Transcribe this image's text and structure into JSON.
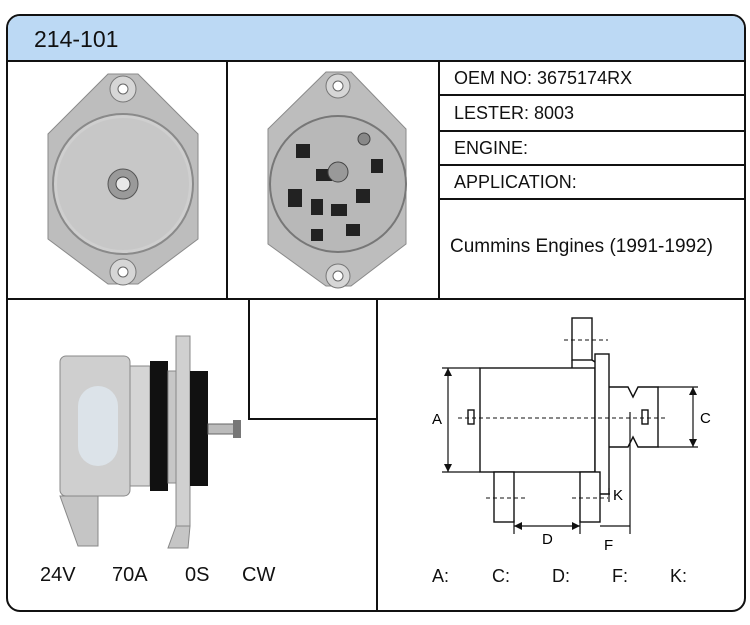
{
  "header": {
    "part_number": "214-101"
  },
  "info": {
    "oem": "OEM NO: 3675174RX",
    "lester": "LESTER: 8003",
    "engine": "ENGINE:",
    "application": "APPLICATION:",
    "application_value": "Cummins Engines (1991-1992)"
  },
  "specs": {
    "voltage": "24V",
    "amperage": "70A",
    "clock": "0S",
    "rotation": "CW"
  },
  "diagram": {
    "labels": {
      "a": "A",
      "c": "C",
      "d": "D",
      "f": "F",
      "k": "K"
    },
    "fields": {
      "a": "A:",
      "c": "C:",
      "d": "D:",
      "f": "F:",
      "k": "K:"
    }
  },
  "colors": {
    "header_bg": "#bcd9f4",
    "border": "#111111"
  }
}
